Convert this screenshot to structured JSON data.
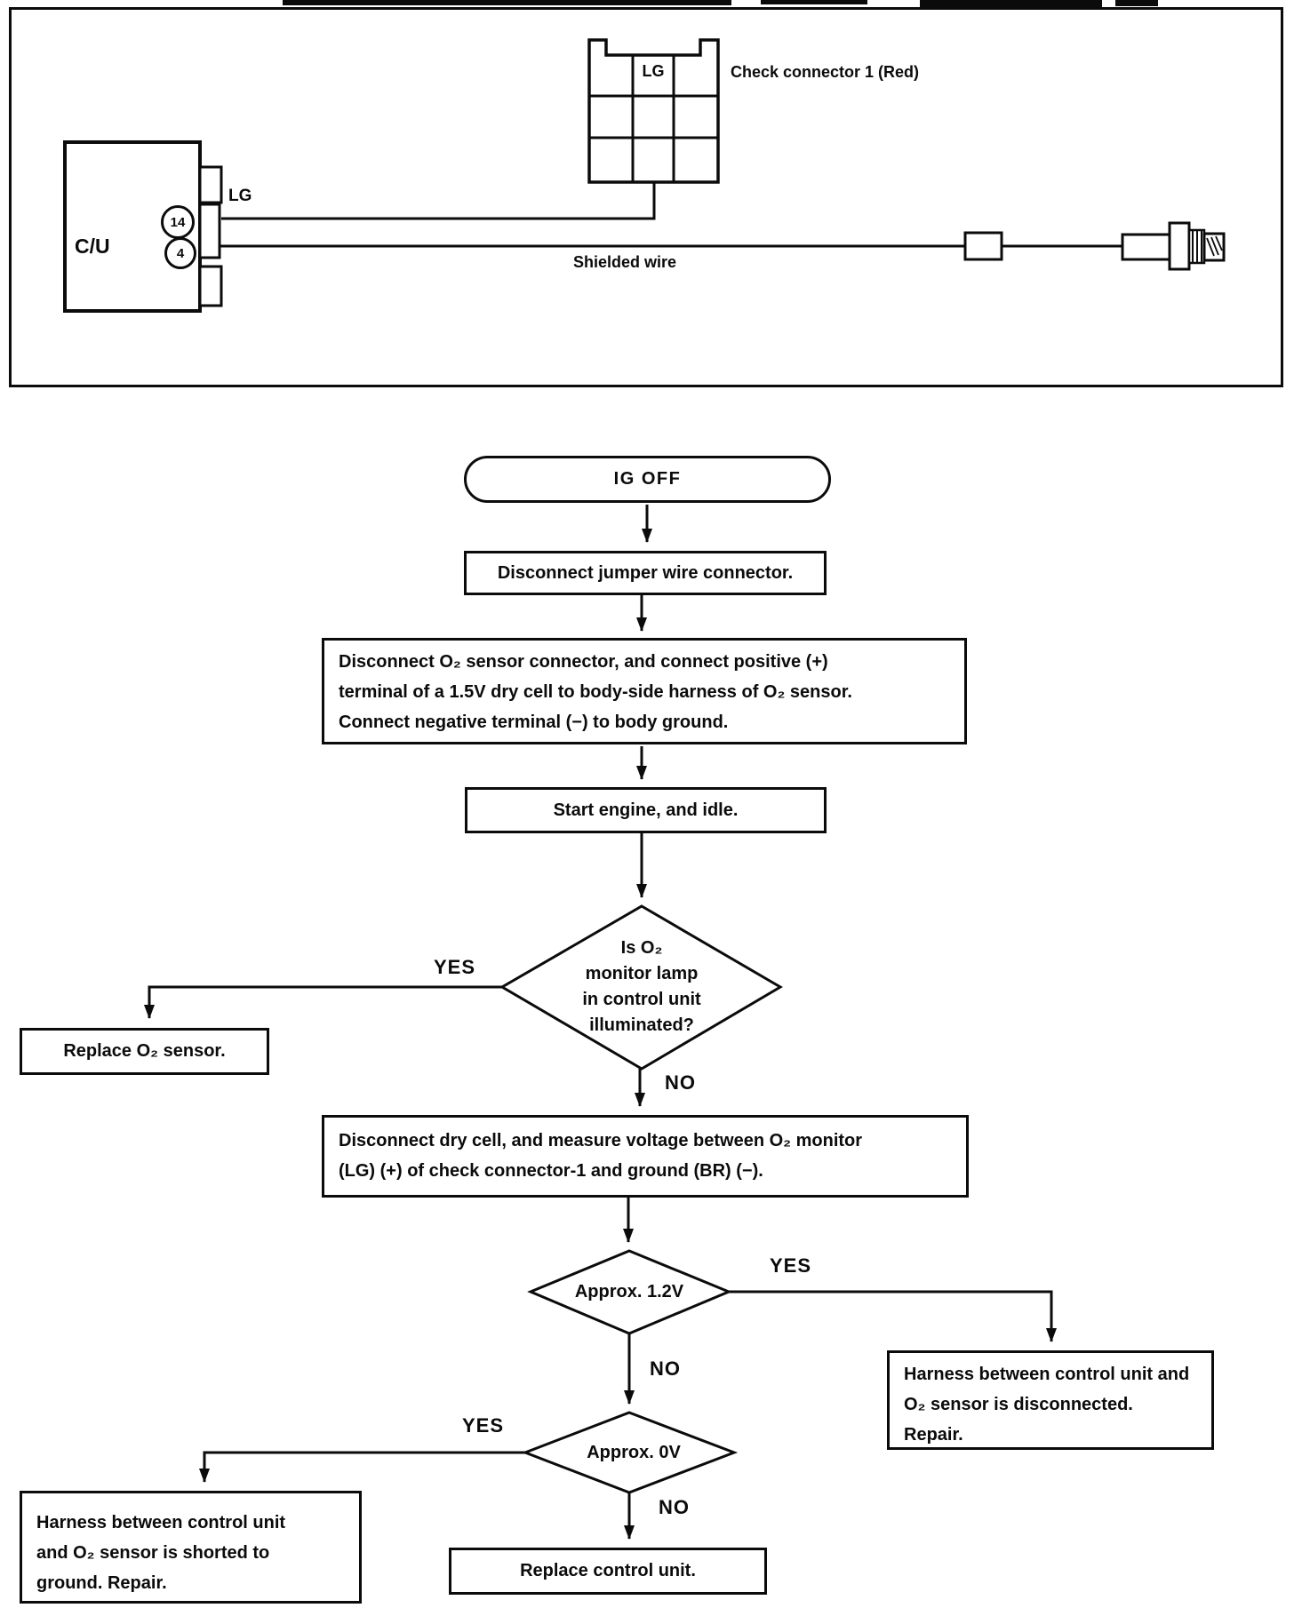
{
  "colors": {
    "ink": "#0b0b0b",
    "paper": "#ffffff"
  },
  "wiring_diagram": {
    "control_unit_label": "C/U",
    "terminal_top": "14",
    "terminal_bottom": "4",
    "cu_wire_color_label": "LG",
    "check_connector_cell_label": "LG",
    "check_connector_caption": "Check connector 1 (Red)",
    "shielded_wire_label": "Shielded wire"
  },
  "flowchart": {
    "start_label": "IG OFF",
    "step_disconnect_jumper": "Disconnect jumper wire connector.",
    "step_dry_cell_lines": [
      "Disconnect O₂ sensor connector, and connect positive (+)",
      "terminal of a 1.5V dry cell to body-side harness of O₂ sensor.",
      "Connect negative terminal (−) to body ground."
    ],
    "step_start_engine": "Start engine, and idle.",
    "decision_monitor_lamp_lines": [
      "Is O₂",
      "monitor lamp",
      "in control unit",
      "illuminated?"
    ],
    "result_replace_o2_sensor": "Replace O₂ sensor.",
    "step_measure_voltage_lines": [
      "Disconnect dry cell, and measure voltage between O₂ monitor",
      "(LG) (+) of check connector-1 and ground (BR) (−)."
    ],
    "decision_approx_1_2v": "Approx. 1.2V",
    "result_harness_disconnected_lines": [
      "Harness between control unit and",
      "O₂ sensor is disconnected.",
      "Repair."
    ],
    "decision_approx_0v": "Approx. 0V",
    "result_harness_shorted_lines": [
      "Harness between control unit",
      "and O₂ sensor is shorted to",
      "ground. Repair."
    ],
    "result_replace_control_unit": "Replace control unit.",
    "labels": {
      "yes": "YES",
      "no": "NO"
    }
  }
}
